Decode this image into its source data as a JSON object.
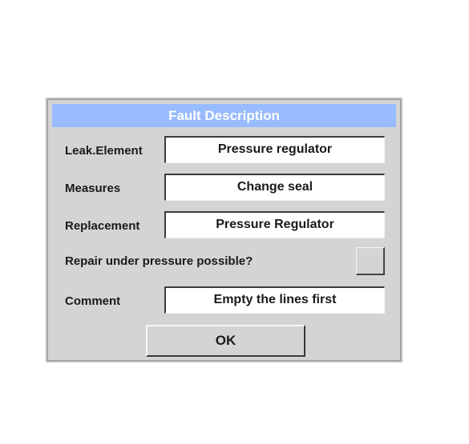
{
  "dialog": {
    "title": "Fault Description",
    "title_bar_color": "#99bbff",
    "background_color": "#d4d4d4",
    "fields": {
      "leak_element": {
        "label": "Leak.Element",
        "value": "Pressure regulator"
      },
      "measures": {
        "label": "Measures",
        "value": "Change seal"
      },
      "replacement": {
        "label": "Replacement",
        "value": "Pressure Regulator"
      },
      "comment": {
        "label": "Comment",
        "value": "Empty the lines first"
      }
    },
    "repair_under_pressure": {
      "label": "Repair under pressure possible?",
      "checked": false
    },
    "ok_label": "OK"
  }
}
